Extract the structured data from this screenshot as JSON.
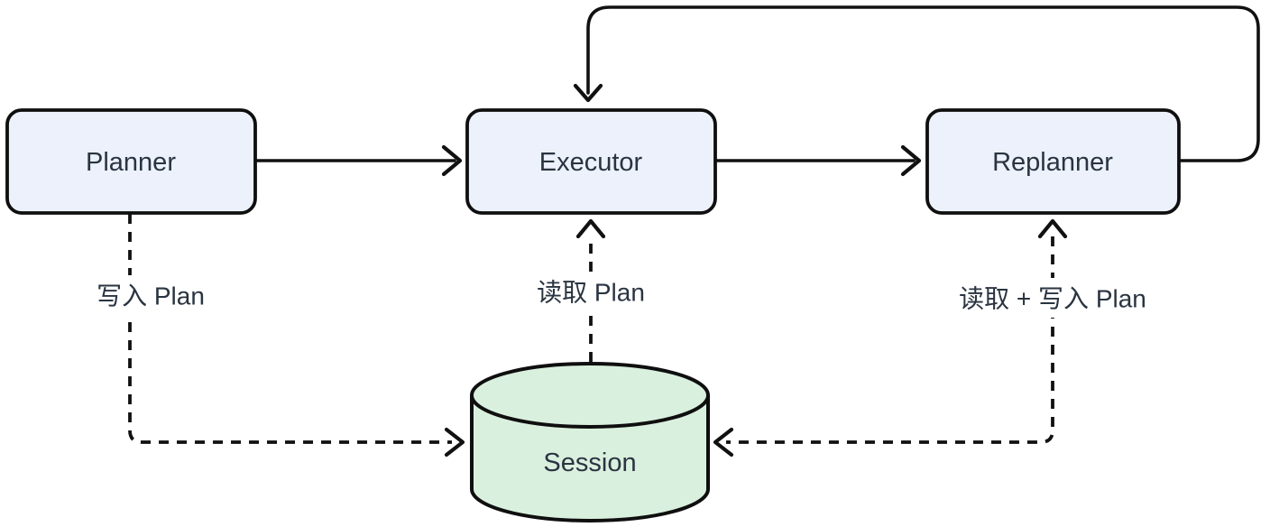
{
  "diagram": {
    "title": "Planner-Executor-Replanner flow with shared Session store",
    "nodes": {
      "planner": {
        "label": "Planner"
      },
      "executor": {
        "label": "Executor"
      },
      "replanner": {
        "label": "Replanner"
      },
      "session": {
        "label": "Session"
      }
    },
    "edges": {
      "planner_to_executor": {
        "type": "solid",
        "from": "planner",
        "to": "executor"
      },
      "executor_to_replanner": {
        "type": "solid",
        "from": "executor",
        "to": "replanner"
      },
      "replanner_to_executor_loop": {
        "type": "solid",
        "from": "replanner",
        "to": "executor"
      },
      "planner_to_session": {
        "type": "dashed",
        "from": "planner",
        "to": "session",
        "label": "写入 Plan"
      },
      "session_to_executor": {
        "type": "dashed",
        "from": "session",
        "to": "executor",
        "label": "读取 Plan"
      },
      "replanner_session_bidirectional": {
        "type": "dashed",
        "from": "replanner",
        "to": "session",
        "label": "读取 + 写入 Plan"
      }
    },
    "edge_labels": {
      "write_plan": "写入 Plan",
      "read_plan": "读取 Plan",
      "read_write_plan": "读取 + 写入 Plan"
    },
    "colors": {
      "background": "#ffffff",
      "node_fill": "#ecf1fb",
      "node_stroke": "#0f0f0f",
      "session_fill": "#daf0de",
      "line": "#111111",
      "text": "#2a3441",
      "label_bg": "#ffffff"
    }
  }
}
